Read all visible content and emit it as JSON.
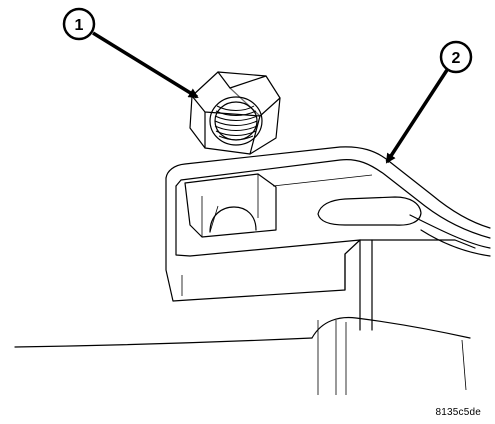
{
  "callouts": [
    {
      "number": "1",
      "part": "nut"
    },
    {
      "number": "2",
      "part": "bracket"
    }
  ],
  "reference_code": "8135c5de"
}
